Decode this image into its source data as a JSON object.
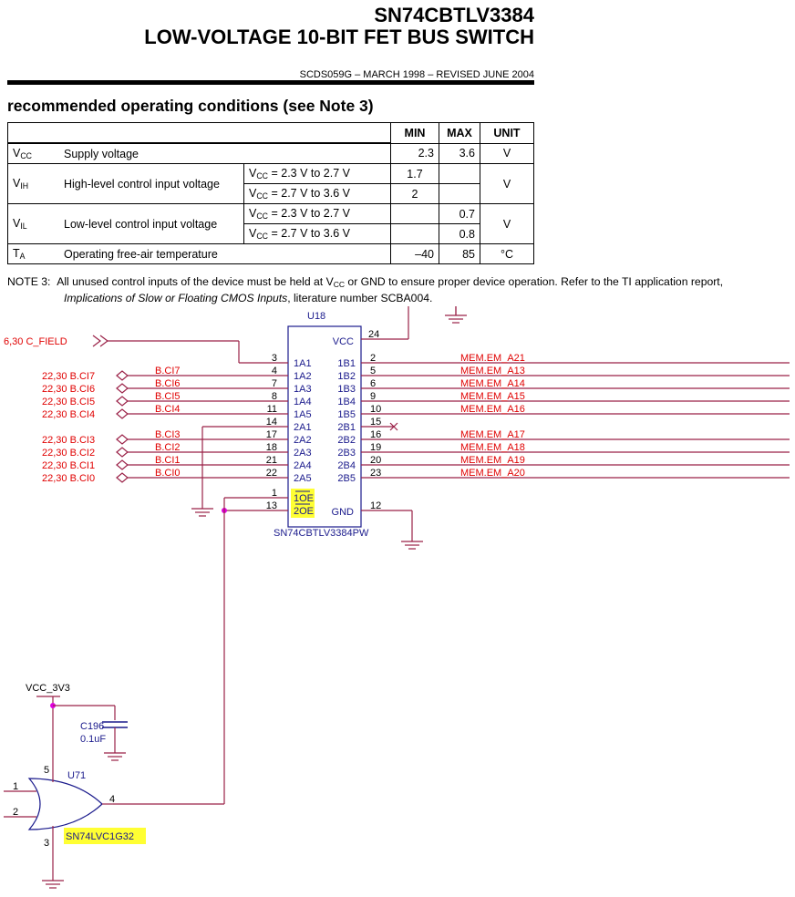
{
  "header": {
    "part_number": "SN74CBTLV3384",
    "part_title": "LOW-VOLTAGE 10-BIT FET BUS SWITCH",
    "doc_id": "SCDS059G – MARCH 1998 – REVISED JUNE 2004"
  },
  "section_title": "recommended operating conditions (see Note 3)",
  "table": {
    "headers": {
      "min": "MIN",
      "max": "MAX",
      "unit": "UNIT"
    },
    "rows": {
      "vcc": {
        "sym": "V",
        "sub": "CC",
        "param": "Supply voltage",
        "min": "2.3",
        "max": "3.6",
        "unit": "V"
      },
      "vih": {
        "sym": "V",
        "sub": "IH",
        "param": "High-level control input voltage",
        "c1": "= 2.3 V to 2.7 V",
        "c2": "= 2.7 V to 3.6 V",
        "min1": "1.7",
        "min2": "2",
        "unit": "V"
      },
      "vil": {
        "sym": "V",
        "sub": "IL",
        "param": "Low-level control input voltage",
        "c1": "= 2.3 V to 2.7 V",
        "c2": "= 2.7 V to 3.6 V",
        "max1": "0.7",
        "max2": "0.8",
        "unit": "V"
      },
      "ta": {
        "sym": "T",
        "sub": "A",
        "param": "Operating free-air temperature",
        "min": "–40",
        "max": "85",
        "unit": "°C"
      }
    },
    "cond_sym": "V",
    "cond_sub": "CC"
  },
  "note": {
    "label": "NOTE 3:",
    "t1": "All unused control inputs of the device must be held at V",
    "sub": "CC",
    "t2": " or GND to ensure proper device operation. Refer to the TI application report,",
    "ital": "Implications of Slow or Floating CMOS Inputs",
    "t3": ", literature number SCBA004."
  },
  "schematic": {
    "u18": {
      "ref": "U18",
      "part": "SN74CBTLV3384PW",
      "vcc_label": "VCC",
      "gnd_label": "GND",
      "vcc_pin": "24",
      "gnd_pin": "12",
      "oe1": "1OE",
      "oe2": "2OE",
      "oe1_pin": "1",
      "oe2_pin": "13",
      "left_pins": [
        {
          "pin": "3",
          "name": "1A1"
        },
        {
          "pin": "4",
          "name": "1A2"
        },
        {
          "pin": "7",
          "name": "1A3"
        },
        {
          "pin": "8",
          "name": "1A4"
        },
        {
          "pin": "11",
          "name": "1A5"
        },
        {
          "pin": "14",
          "name": "2A1"
        },
        {
          "pin": "17",
          "name": "2A2"
        },
        {
          "pin": "18",
          "name": "2A3"
        },
        {
          "pin": "21",
          "name": "2A4"
        },
        {
          "pin": "22",
          "name": "2A5"
        }
      ],
      "right_pins": [
        {
          "pin": "2",
          "name": "1B1",
          "net": "MEM.EM_A21"
        },
        {
          "pin": "5",
          "name": "1B2",
          "net": "MEM.EM_A13"
        },
        {
          "pin": "6",
          "name": "1B3",
          "net": "MEM.EM_A14"
        },
        {
          "pin": "9",
          "name": "1B4",
          "net": "MEM.EM_A15"
        },
        {
          "pin": "10",
          "name": "1B5",
          "net": "MEM.EM_A16"
        },
        {
          "pin": "15",
          "name": "2B1",
          "net": ""
        },
        {
          "pin": "16",
          "name": "2B2",
          "net": "MEM.EM_A17"
        },
        {
          "pin": "19",
          "name": "2B3",
          "net": "MEM.EM_A18"
        },
        {
          "pin": "20",
          "name": "2B4",
          "net": "MEM.EM_A19"
        },
        {
          "pin": "23",
          "name": "2B5",
          "net": "MEM.EM_A20"
        }
      ]
    },
    "c_field": {
      "ref": "6,30",
      "net": "C_FIELD"
    },
    "inputs": [
      {
        "ref": "22,30",
        "port": "B.CI7",
        "net": "B.CI7"
      },
      {
        "ref": "22,30",
        "port": "B.CI6",
        "net": "B.CI6"
      },
      {
        "ref": "22,30",
        "port": "B.CI5",
        "net": "B.CI5"
      },
      {
        "ref": "22,30",
        "port": "B.CI4",
        "net": "B.CI4"
      },
      {
        "ref": "22,30",
        "port": "B.CI3",
        "net": "B.CI3"
      },
      {
        "ref": "22,30",
        "port": "B.CI2",
        "net": "B.CI2"
      },
      {
        "ref": "22,30",
        "port": "B.CI1",
        "net": "B.CI1"
      },
      {
        "ref": "22,30",
        "port": "B.CI0",
        "net": "B.CI0"
      }
    ],
    "u71": {
      "ref": "U71",
      "part": "SN74LVC1G32",
      "pin_in1": "1",
      "pin_in2": "2",
      "pin_out": "4",
      "pin_vcc": "5",
      "pin_gnd": "3"
    },
    "vcc_3v3": "VCC_3V3",
    "c196": {
      "ref": "C196",
      "value": "0.1uF"
    },
    "colors": {
      "wire": "#9a2147",
      "net_text": "#e00000",
      "part": "#1a1a8c",
      "highlight": "#ffff33",
      "junction": "#e000e0"
    }
  }
}
